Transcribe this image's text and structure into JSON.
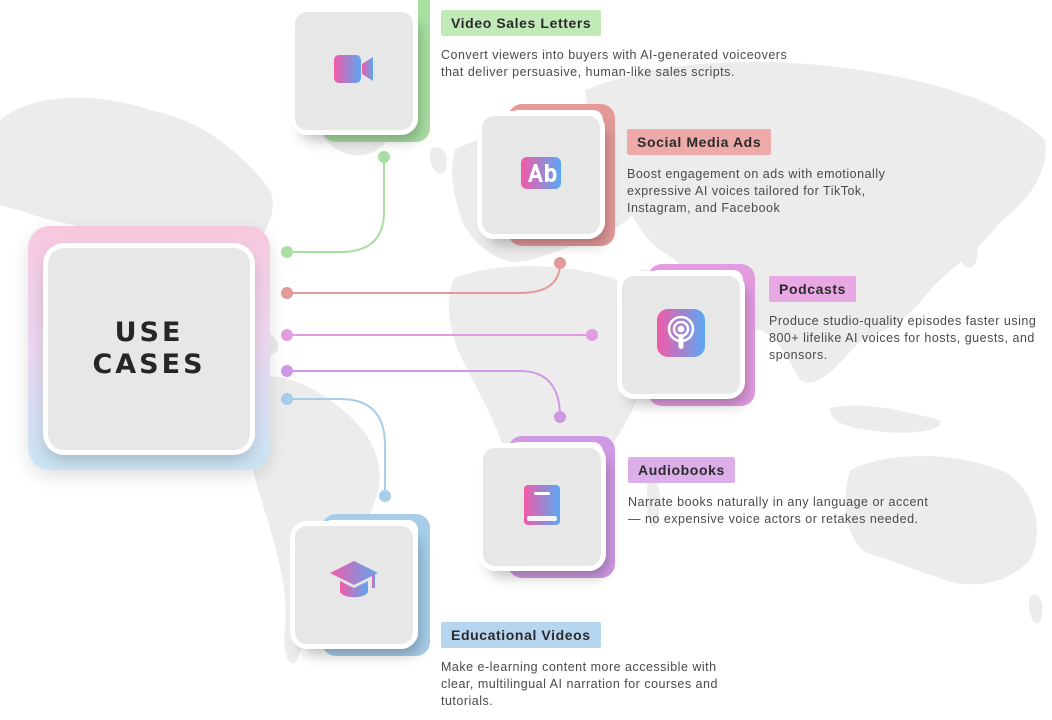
{
  "center": {
    "title_line1": "USE",
    "title_line2": "CASES"
  },
  "use_cases": [
    {
      "id": "video-sales-letters",
      "label": "Video Sales Letters",
      "description": "Convert viewers into buyers with AI-generated voiceovers that deliver persuasive, human-like sales scripts.",
      "icon": "video-camera-icon",
      "color": "#a9dfa3",
      "label_bg": "#c2eab9"
    },
    {
      "id": "social-media-ads",
      "label": "Social Media Ads",
      "description": "Boost engagement on ads with emotionally expressive AI voices tailored for TikTok, Instagram, and Facebook",
      "icon": "ad-badge-icon",
      "color": "#e59a9a",
      "label_bg": "#eeaaa9"
    },
    {
      "id": "podcasts",
      "label": "Podcasts",
      "description": "Produce studio-quality episodes faster using 800+ lifelike AI voices for hosts, guests, and sponsors.",
      "icon": "podcast-icon",
      "color": "#e39ce0",
      "label_bg": "#e8a8e4"
    },
    {
      "id": "audiobooks",
      "label": "Audiobooks",
      "description": "Narrate books naturally in any language or accent — no expensive voice actors or retakes needed.",
      "icon": "book-icon",
      "color": "#cf9ae3",
      "label_bg": "#dcaeea"
    },
    {
      "id": "educational-videos",
      "label": "Educational Videos",
      "description": "Make e-learning content more accessible with clear, multilingual AI narration for courses and tutorials.",
      "icon": "graduation-cap-icon",
      "color": "#a7cde9",
      "label_bg": "#b5d6ee"
    }
  ]
}
